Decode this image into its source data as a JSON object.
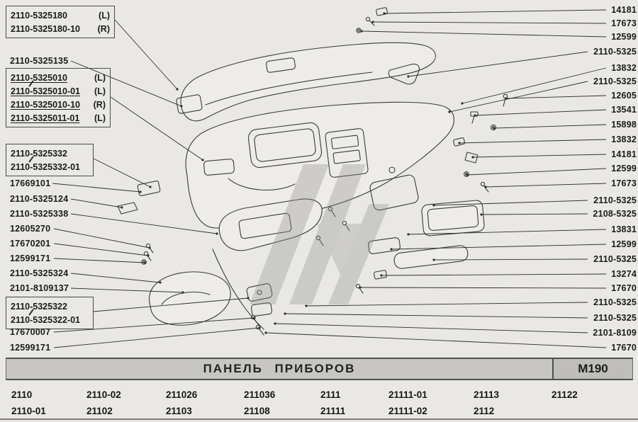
{
  "diagram": {
    "title": "ПАНЕЛЬ ПРИБОРОВ",
    "sheet_code": "M190"
  },
  "left_labels": [
    {
      "text": "2110-5325180",
      "suffix": "(L)",
      "underline": false
    },
    {
      "text": "2110-5325180-10",
      "suffix": "(R)",
      "underline": false
    },
    {
      "text": "2110-5325135",
      "suffix": "",
      "underline": false
    },
    {
      "text": "2110-5325010",
      "suffix": "(L)",
      "underline": true
    },
    {
      "text": "2110-5325010-01",
      "suffix": "(L)",
      "underline": true
    },
    {
      "text": "2110-5325010-10",
      "suffix": "(R)",
      "underline": true
    },
    {
      "text": "2110-5325011-01",
      "suffix": "(L)",
      "underline": true
    },
    {
      "text": "2110-5325332",
      "suffix": "",
      "underline": false
    },
    {
      "text": "2110-5325332-01",
      "suffix": "",
      "underline": false
    },
    {
      "text": "17669101",
      "suffix": "",
      "underline": false
    },
    {
      "text": "2110-5325124",
      "suffix": "",
      "underline": false
    },
    {
      "text": "2110-5325338",
      "suffix": "",
      "underline": false
    },
    {
      "text": "12605270",
      "suffix": "",
      "underline": false
    },
    {
      "text": "17670201",
      "suffix": "",
      "underline": false
    },
    {
      "text": "12599171",
      "suffix": "",
      "underline": false
    },
    {
      "text": "2110-5325324",
      "suffix": "",
      "underline": false
    },
    {
      "text": "2101-8109137",
      "suffix": "",
      "underline": false
    },
    {
      "text": "2110-5325322",
      "suffix": "",
      "underline": false
    },
    {
      "text": "2110-5325322-01",
      "suffix": "",
      "underline": false
    },
    {
      "text": "17670007",
      "suffix": "",
      "underline": false
    },
    {
      "text": "12599171",
      "suffix": "",
      "underline": false
    }
  ],
  "right_labels": [
    "14181",
    "17673",
    "12599",
    "2110-5325",
    "13832",
    "2110-5325",
    "12605",
    "13541",
    "15898",
    "13832",
    "14181",
    "12599",
    "17673",
    "2110-5325",
    "2108-5325",
    "13831",
    "12599",
    "2110-5325",
    "13274",
    "17670",
    "2110-5325",
    "2110-5325",
    "2101-8109",
    "17670"
  ],
  "footer": {
    "row1": [
      "2110",
      "2110-02",
      "211026",
      "211036",
      "2111",
      "21111-01",
      "21113",
      "21122"
    ],
    "row2": [
      "2110-01",
      "21102",
      "21103",
      "21108",
      "21111",
      "21111-02",
      "2112",
      ""
    ]
  },
  "colors": {
    "paper": "#e9e8e5",
    "ink": "#2e2e2e",
    "bar_fill": "#c7c6c3",
    "watermark": "#8e8e8e"
  }
}
